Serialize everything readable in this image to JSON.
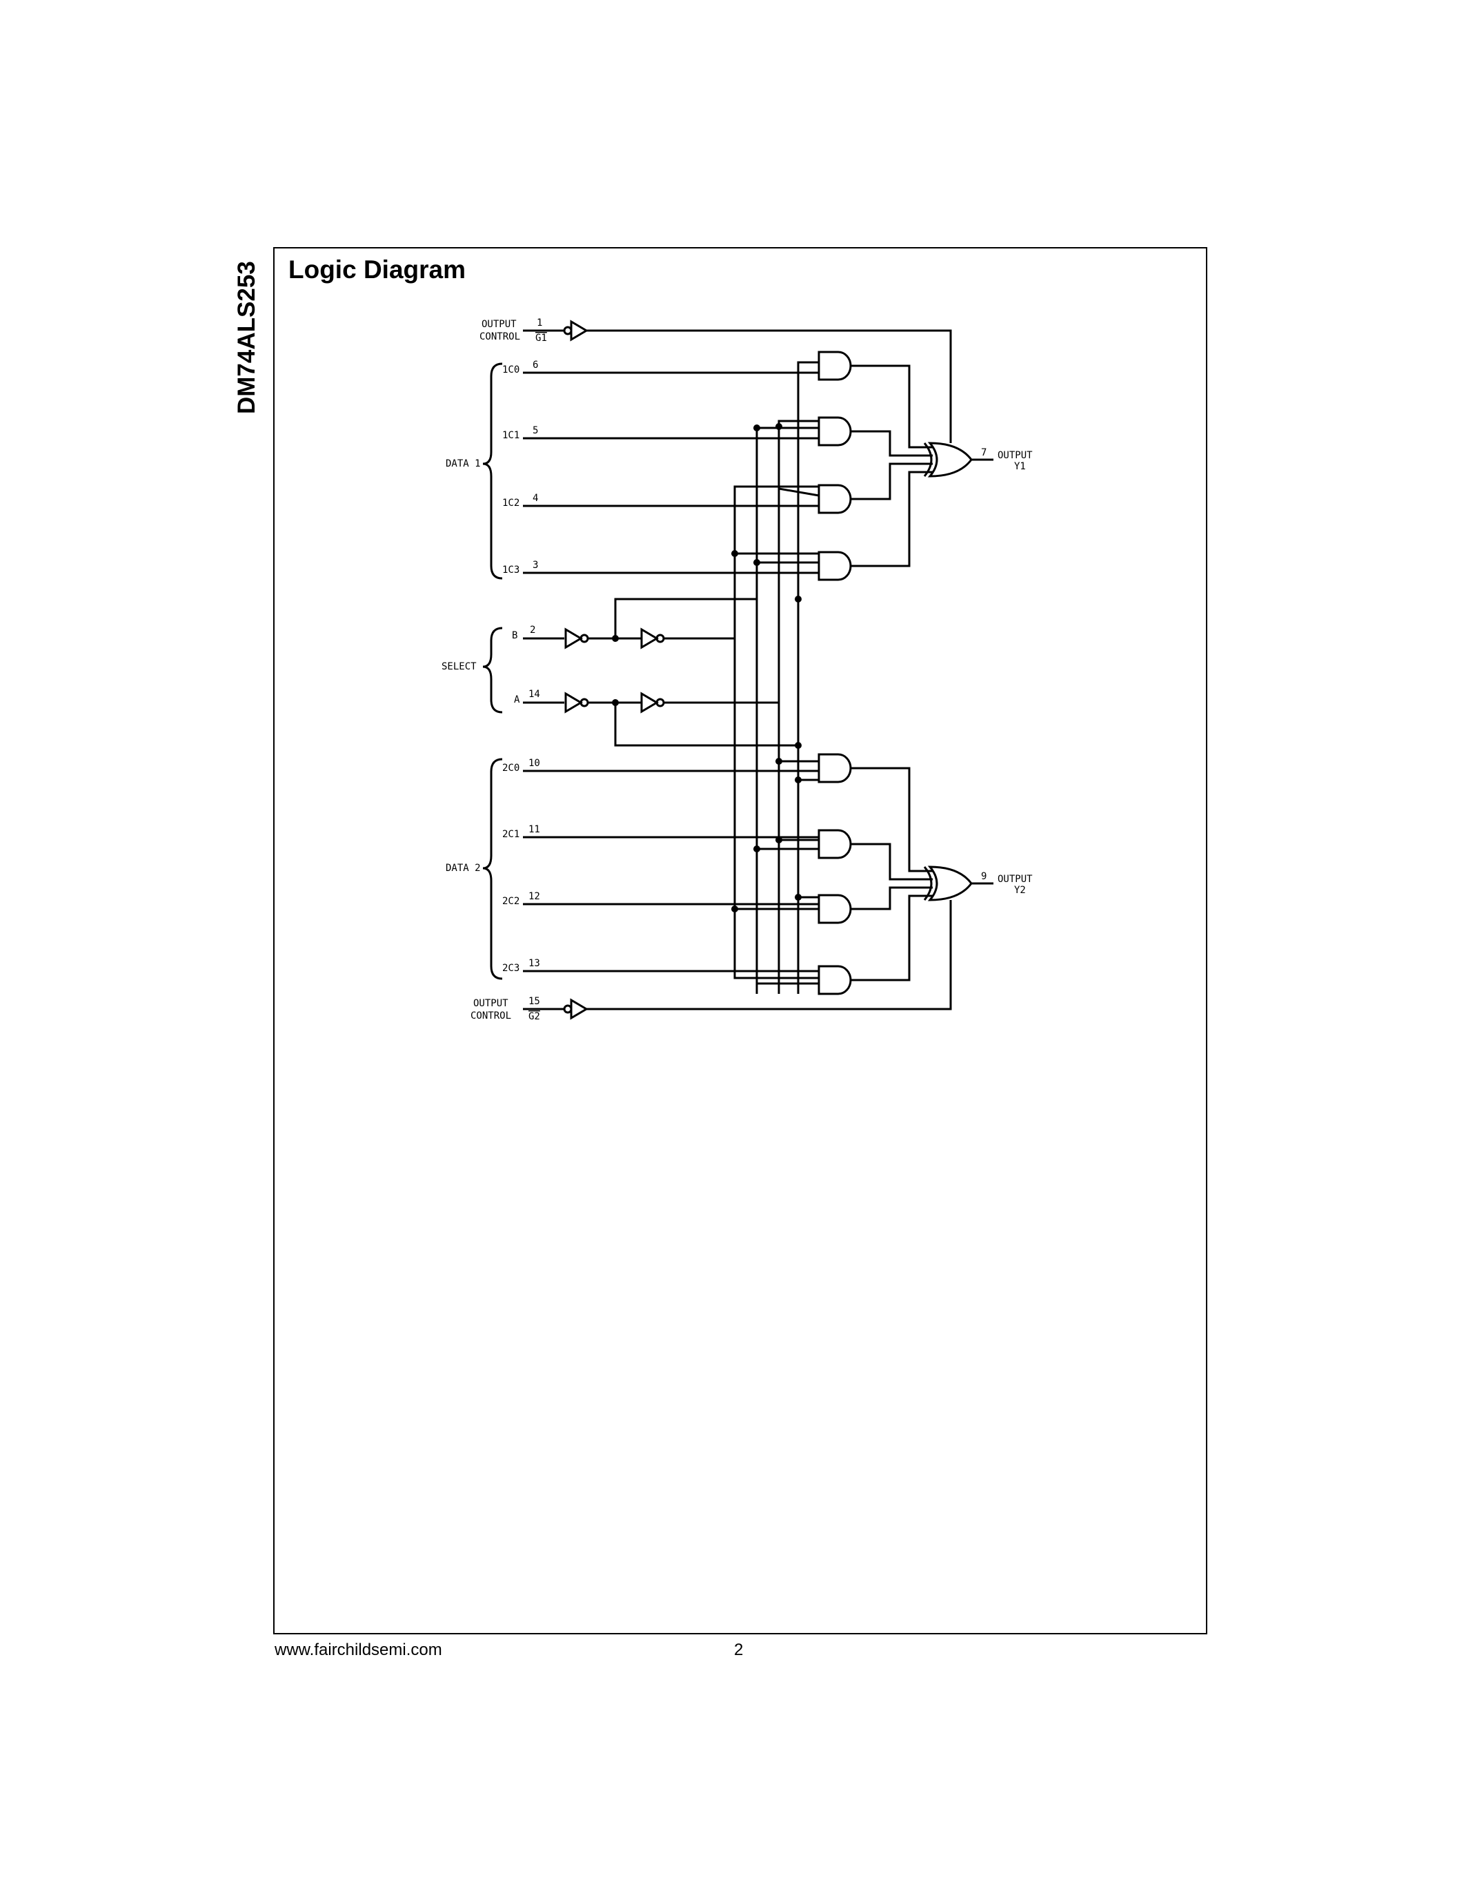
{
  "side_title": "DM74ALS253",
  "section_title": "Logic Diagram",
  "footer": {
    "url": "www.fairchildsemi.com",
    "page": "2"
  },
  "labels": {
    "output_control": "OUTPUT",
    "control": "CONTROL",
    "g1": "G1",
    "g2": "G2",
    "pin1": "1",
    "pin15": "15",
    "data1": "DATA 1",
    "data2": "DATA 2",
    "select": "SELECT",
    "b": "B",
    "a": "A",
    "pin_b": "2",
    "pin_a": "14",
    "c10": "1C0",
    "c11": "1C1",
    "c12": "1C2",
    "c13": "1C3",
    "p6": "6",
    "p5": "5",
    "p4": "4",
    "p3": "3",
    "c20": "2C0",
    "c21": "2C1",
    "c22": "2C2",
    "c23": "2C3",
    "p10": "10",
    "p11": "11",
    "p12": "12",
    "p13": "13",
    "output": "OUTPUT",
    "y1": "Y1",
    "y2": "Y2",
    "pin7": "7",
    "pin9": "9"
  }
}
